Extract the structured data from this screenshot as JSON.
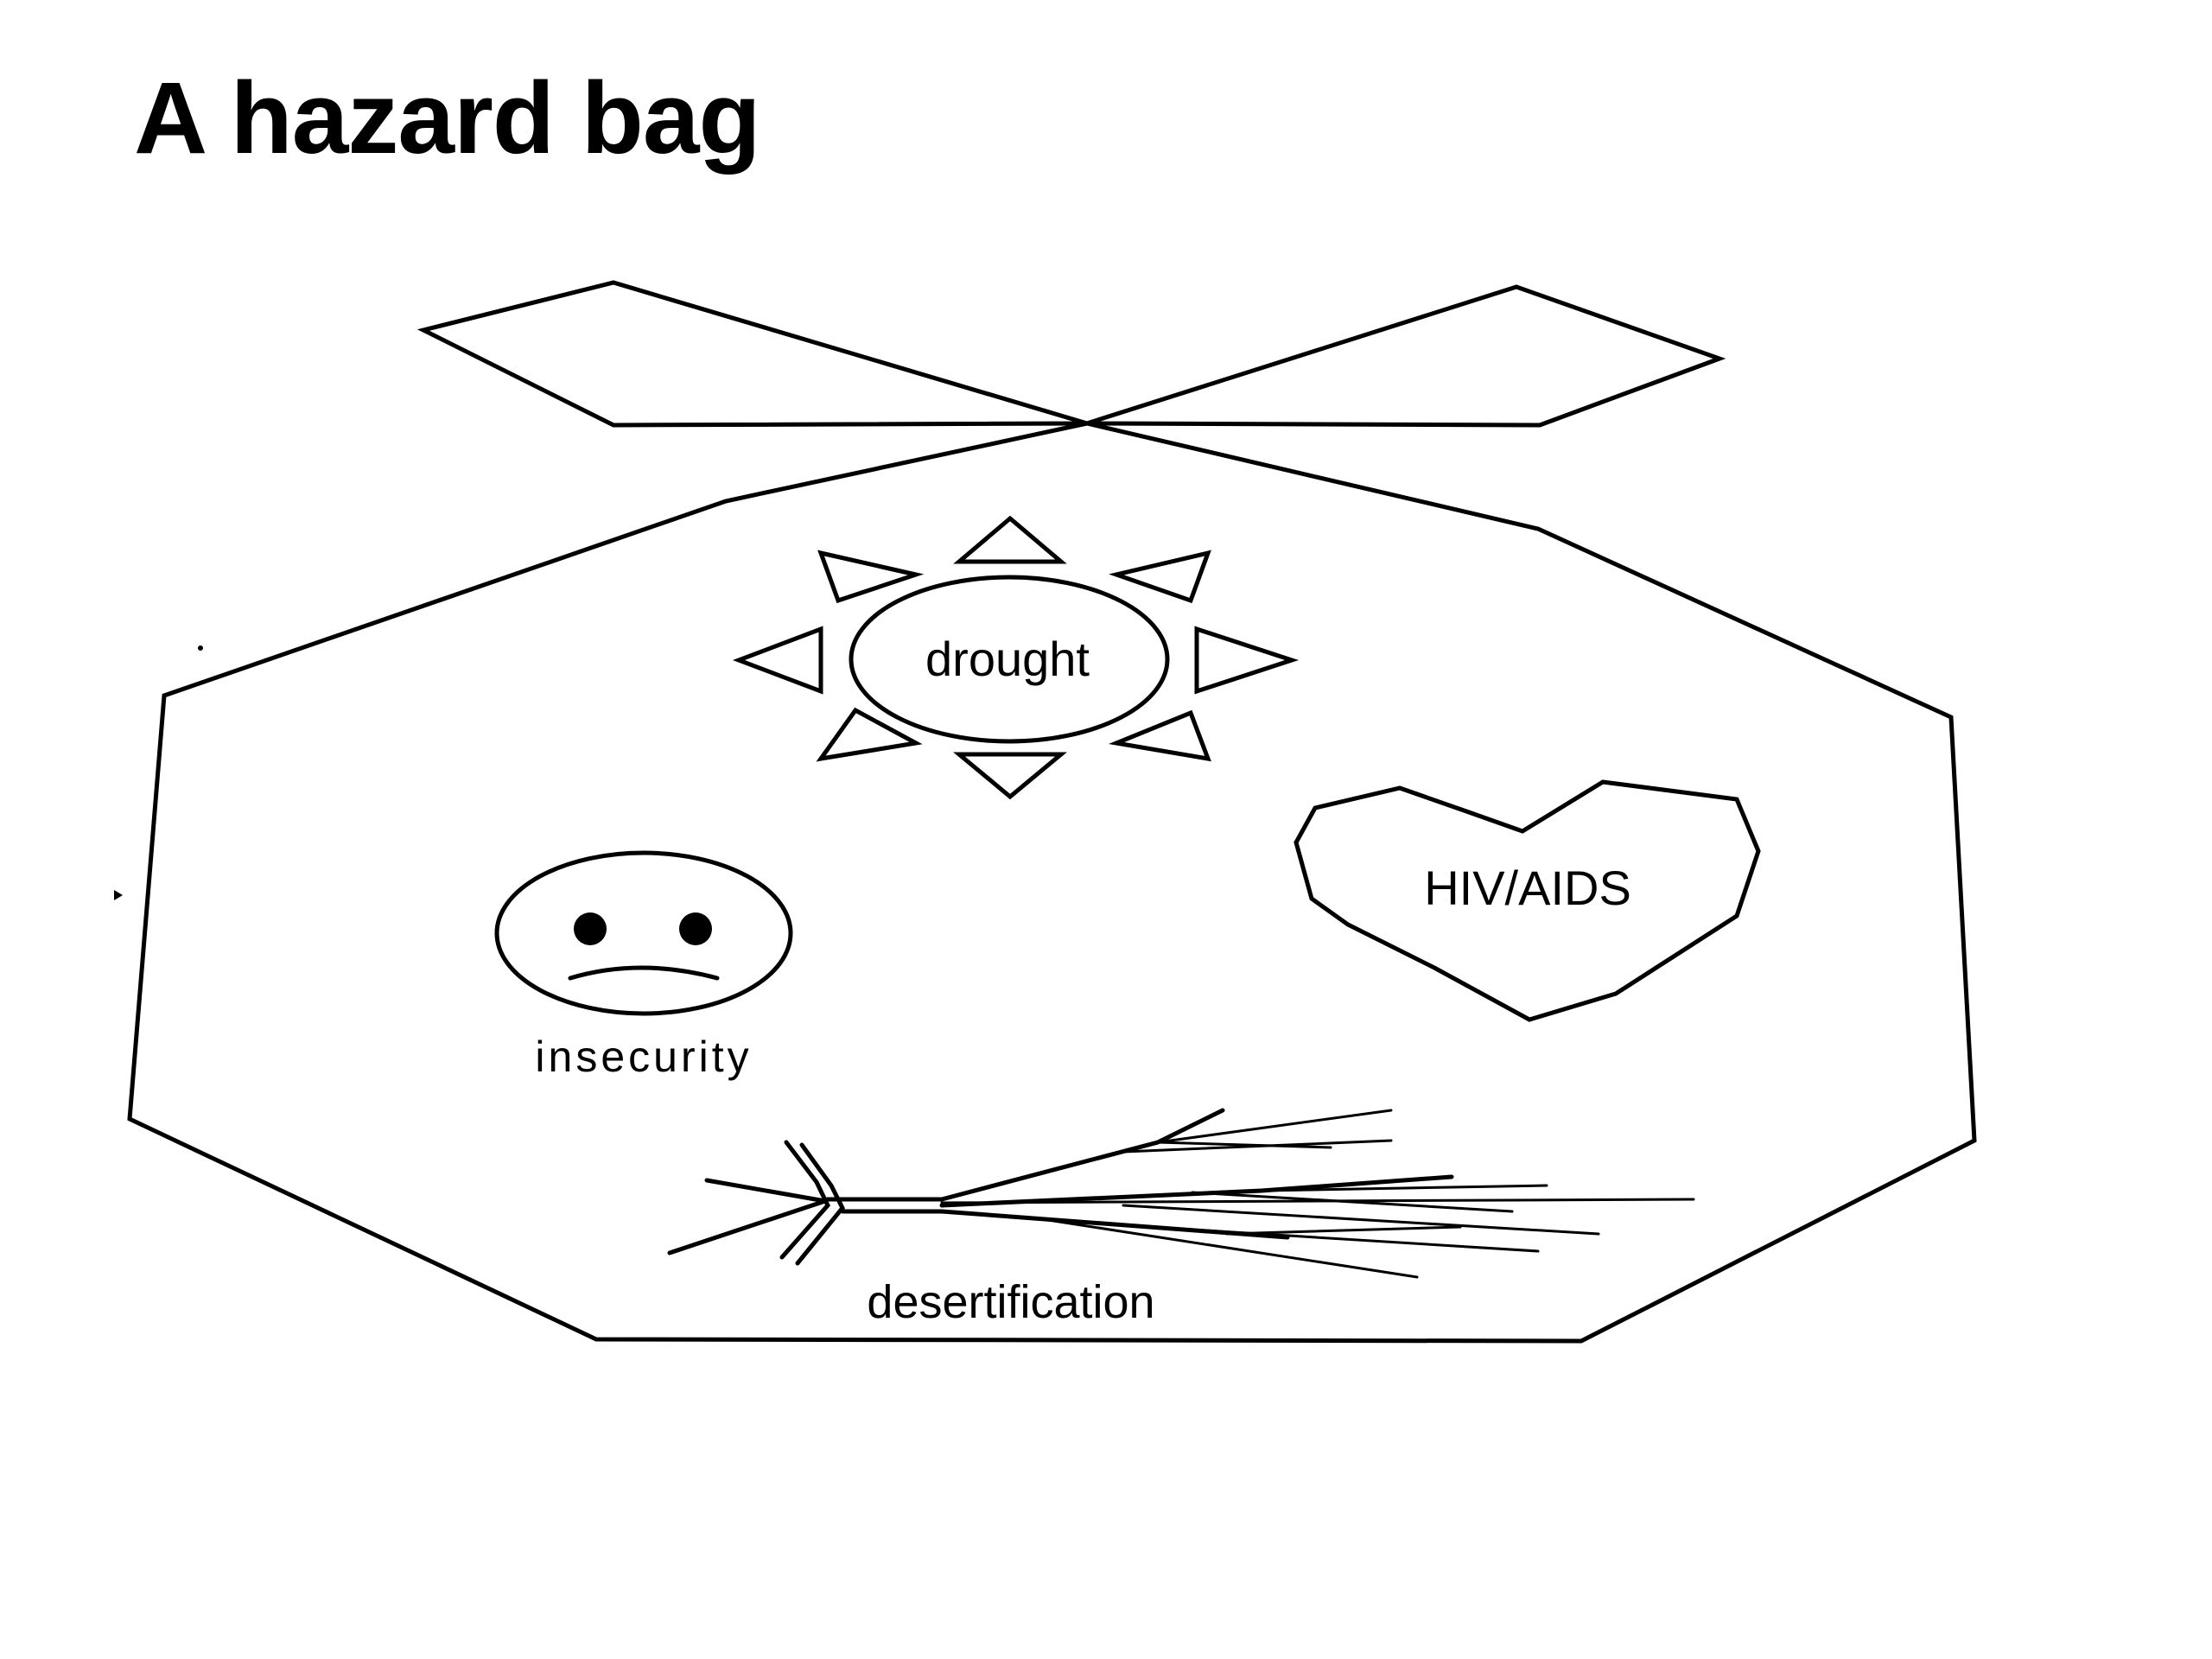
{
  "slide": {
    "title": "A hazard bag"
  },
  "diagram": {
    "hazards": [
      {
        "label": "drought",
        "icon": "sun-icon"
      },
      {
        "label": "HIV/AIDS",
        "icon": "heart-icon"
      },
      {
        "label": "insecurity",
        "icon": "sad-face-icon"
      },
      {
        "label": "desertification",
        "icon": "dead-tree-icon"
      }
    ]
  }
}
